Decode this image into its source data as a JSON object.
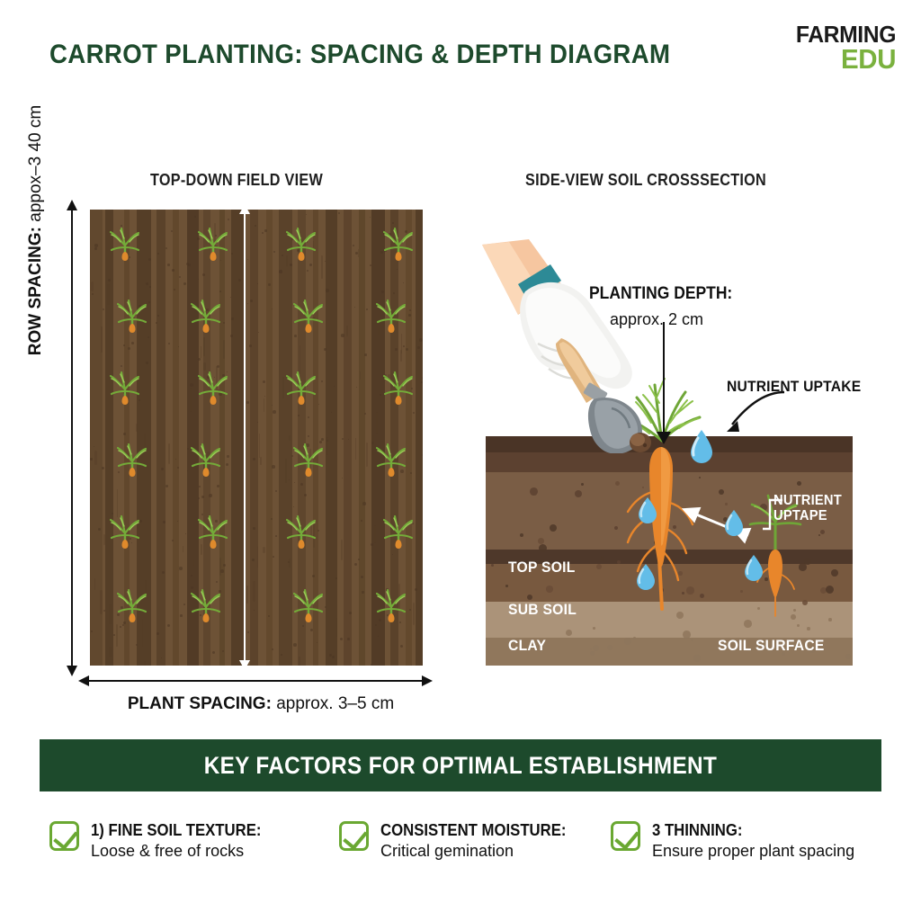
{
  "header": {
    "title": "CARROT PLANTING: SPACING & DEPTH DIAGRAM",
    "logo_top": "FARMING",
    "logo_bottom": "EDU",
    "title_color": "#1d4a2c",
    "logo_accent": "#7ab13e"
  },
  "sections": {
    "left_heading": "TOP-DOWN FIELD VIEW",
    "right_heading": "SIDE-VIEW SOIL CROSSSECTION"
  },
  "field": {
    "row_spacing_label": "ROW SPACING:",
    "row_spacing_value": "appox–3 40 cm",
    "plant_spacing_label": "PLANT SPACING:",
    "plant_spacing_value": "approx. 3–5 cm"
  },
  "cross_section": {
    "planting_depth_label": "PLANTING DEPTH:",
    "planting_depth_value": "approx. 2 cm",
    "nutrient_uptake_label": "NUTRIENT UPTAKE",
    "nutrient_uptake_label_2_line1": "NUTRIENT",
    "nutrient_uptake_label_2_line2": "UPTAPE",
    "layers": [
      {
        "name": "TOP SOIL",
        "color": "#7a5d45"
      },
      {
        "name": "SUB SOIL",
        "color": "#ab9379"
      },
      {
        "name": "CLAY",
        "color": "#90775c"
      }
    ],
    "soil_surface_label": "SOIL SURFACE"
  },
  "banner": {
    "text": "KEY FACTORS FOR OPTIMAL ESTABLISHMENT",
    "bg_color": "#1d4a2c"
  },
  "key_factors": [
    {
      "title": "1) FINE SOIL TEXTURE:",
      "subtitle": "Loose & free of rocks",
      "icon": "check-square-icon"
    },
    {
      "title": "CONSISTENT MOISTURE:",
      "subtitle": "Critical gemination",
      "icon": "check-square-icon"
    },
    {
      "title": "3 THINNING:",
      "subtitle": "Ensure proper plant spacing",
      "icon": "check-square-icon"
    }
  ]
}
